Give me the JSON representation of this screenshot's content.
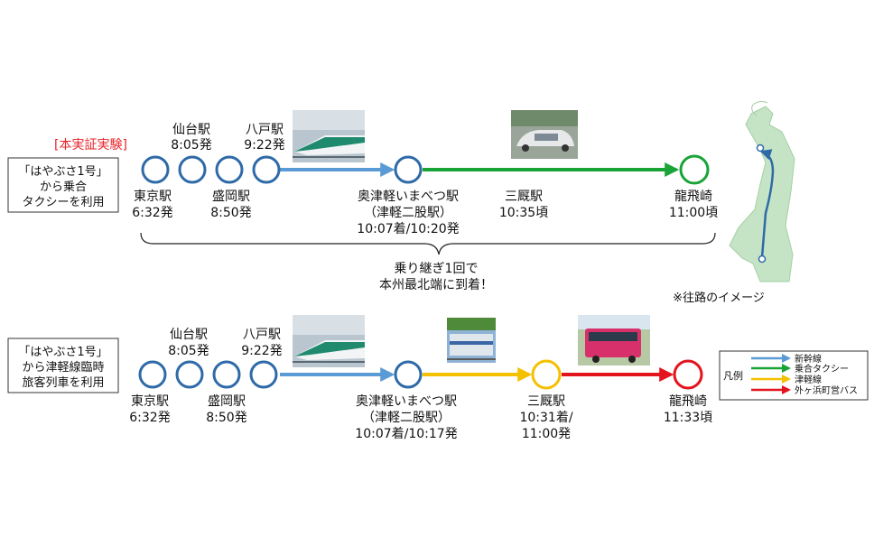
{
  "title_tag": "[本実証実験]",
  "note": {
    "line1": "乗り継ぎ1回で",
    "line2": "本州最北端に到着！"
  },
  "map_caption": "※往路のイメージ",
  "colors": {
    "shinkansen": "#5b9bd5",
    "taxi": "#1aa337",
    "tsugaru": "#f5c000",
    "bus": "#e3141d",
    "station_blue": "#2f6aa8"
  },
  "route1": {
    "box": [
      "「はやぶさ1号」",
      "から乗合",
      "タクシーを利用"
    ],
    "tokyo": [
      "東京駅",
      "6:32発"
    ],
    "sendai": [
      "仙台駅",
      "8:05発"
    ],
    "morioka": [
      "盛岡駅",
      "8:50発"
    ],
    "hachinohe": [
      "八戸駅",
      "9:22発"
    ],
    "okutsugaru": [
      "奥津軽いまべつ駅",
      "（津軽二股駅）",
      "10:07着/10:20発"
    ],
    "minmaya": [
      "三厩駅",
      "10:35頃"
    ],
    "tappi": [
      "龍飛崎",
      "11:00頃"
    ]
  },
  "route2": {
    "box": [
      "「はやぶさ1号」",
      "から津軽線臨時",
      "旅客列車を利用"
    ],
    "tokyo": [
      "東京駅",
      "6:32発"
    ],
    "sendai": [
      "仙台駅",
      "8:05発"
    ],
    "morioka": [
      "盛岡駅",
      "8:50発"
    ],
    "hachinohe": [
      "八戸駅",
      "9:22発"
    ],
    "okutsugaru": [
      "奥津軽いまべつ駅",
      "（津軽二股駅）",
      "10:07着/10:17発"
    ],
    "minmaya": [
      "三厩駅",
      "10:31着/",
      "11:00発"
    ],
    "tappi": [
      "龍飛崎",
      "11:33頃"
    ]
  },
  "legend": {
    "title": "凡例",
    "items": [
      "新幹線",
      "乗合タクシー",
      "津軽線",
      "外ヶ浜町営バス"
    ]
  }
}
